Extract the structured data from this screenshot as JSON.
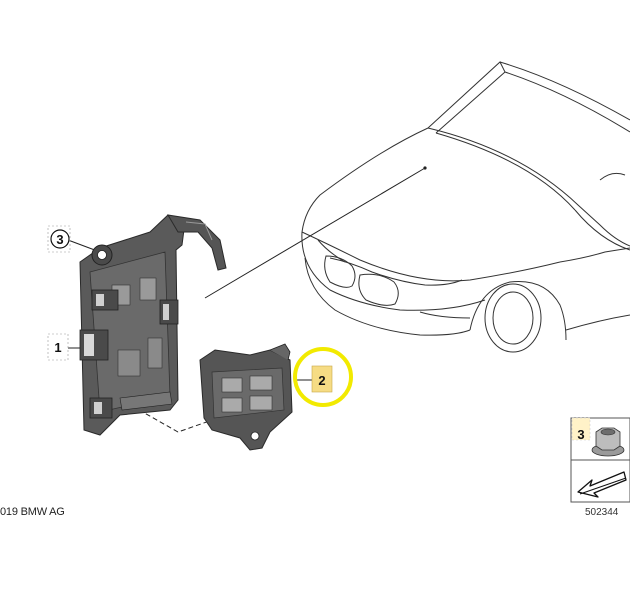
{
  "diagram": {
    "callouts": {
      "part1": "1",
      "part2": "2",
      "part3": "3",
      "legend_part3": "3"
    },
    "copyright": "019 BMW AG",
    "reference_number": "502344",
    "colors": {
      "highlight_circle": "#f2ea00",
      "label_background": "#f6dc84",
      "part_gray": "#4a4a4a",
      "line": "#222222"
    }
  }
}
